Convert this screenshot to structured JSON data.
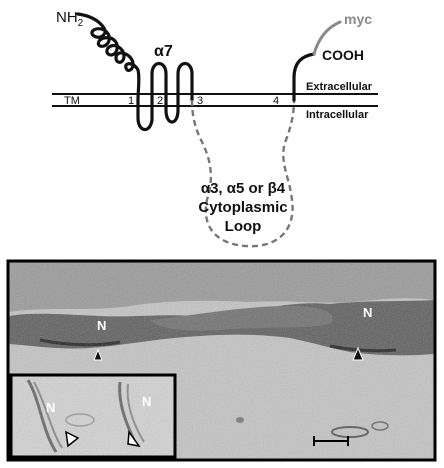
{
  "schematic": {
    "n_terminus": "NH",
    "n_terminus_subscript": "2",
    "subunit_alpha": "α",
    "subunit_num": "7",
    "c_terminus": "COOH",
    "tag": "myc",
    "tm_label": "TM",
    "tm_segments": [
      "1",
      "2",
      "3",
      "4"
    ],
    "extracellular_label": "Extracellular",
    "intracellular_label": "Intracellular",
    "loop_line1": "α3, α5 or β4",
    "loop_line2": "Cytoplasmic",
    "loop_line3": "Loop",
    "colors": {
      "tag_line": "#8a8a8a",
      "protein_line": "#111111",
      "loop_dash": "#777777"
    }
  },
  "micrograph": {
    "nucleus_label": "N",
    "inset_nucleus_label": "N",
    "arrowhead_icon": "arrowhead-icon",
    "scale_bar_icon": "scale-bar-icon",
    "colors": {
      "background": "#bdbdbd",
      "cell": "#5a5a5a",
      "frame": "#000000",
      "inset_bg": "#cfcfcf"
    }
  }
}
